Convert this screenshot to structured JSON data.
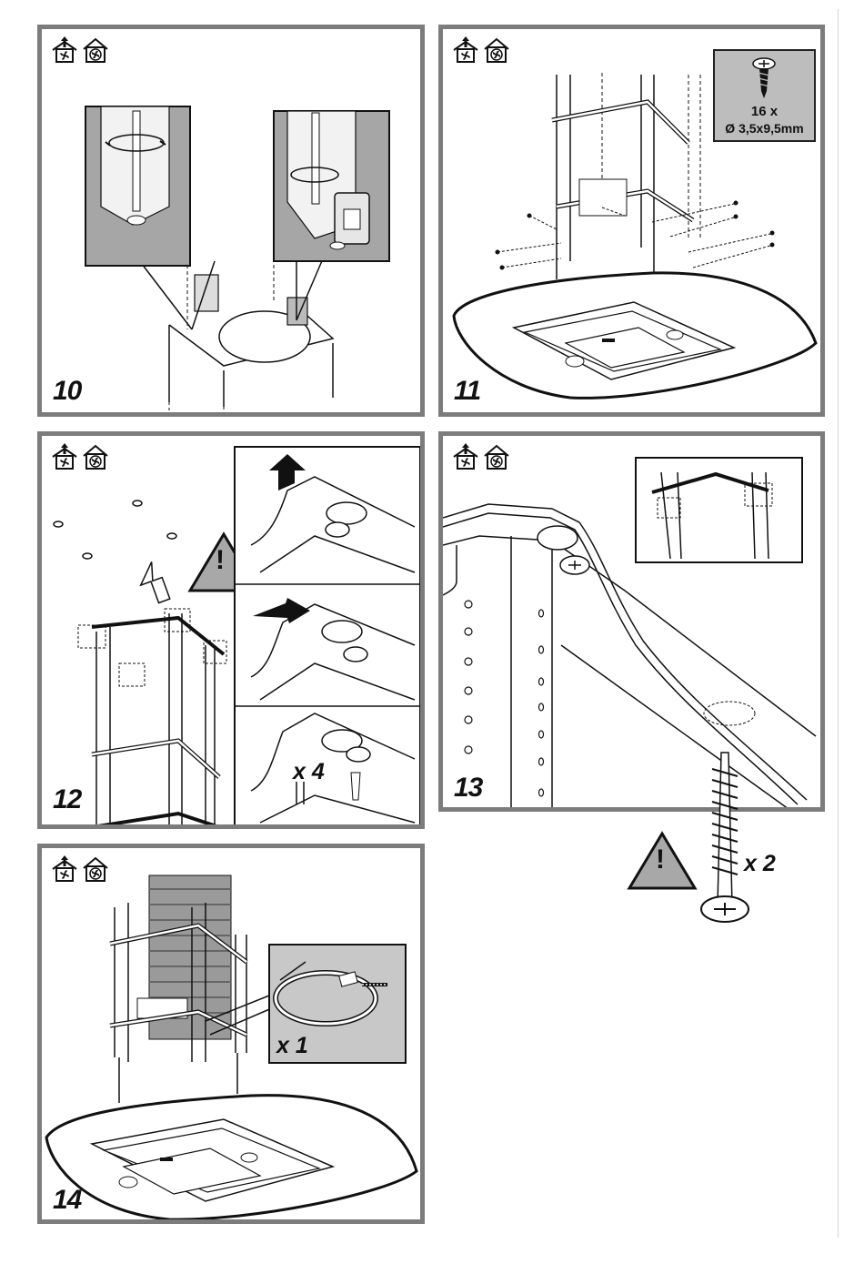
{
  "panels": [
    {
      "step": "10"
    },
    {
      "step": "11",
      "spec": {
        "quantity": "16 x",
        "size": "Ø 3,5x9,5mm"
      }
    },
    {
      "step": "12",
      "multiplier": "x 4"
    },
    {
      "step": "13",
      "multiplier": "x 2"
    },
    {
      "step": "14",
      "multiplier": "x 1"
    }
  ],
  "icons": [
    "extraction-mode-icon",
    "recirculation-mode-icon"
  ],
  "warning_symbol": "!",
  "colors": {
    "frame": "#7c7c7c",
    "detail_fill": "#a6a6a6",
    "spec_fill": "#bdbdbd",
    "warning_fill": "#a8a8a8"
  }
}
